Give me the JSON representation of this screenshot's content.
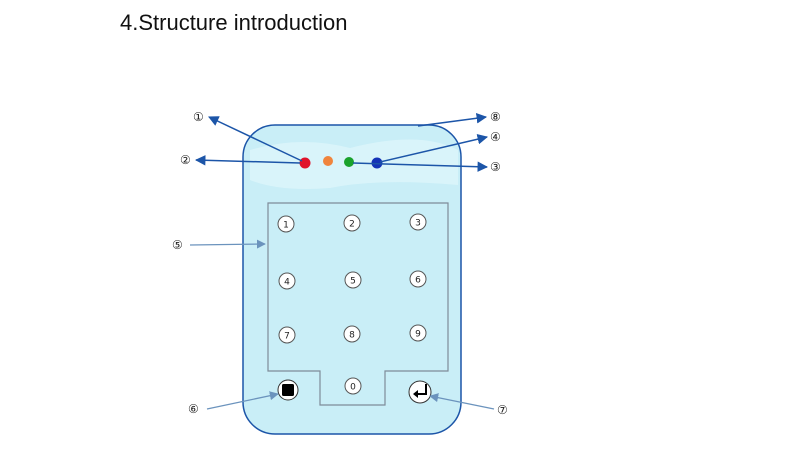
{
  "heading": "4.Structure introduction",
  "callouts": {
    "c1": "①",
    "c2": "②",
    "c3": "③",
    "c4": "④",
    "c5": "⑤",
    "c6": "⑥",
    "c7": "⑦",
    "c8": "⑧"
  },
  "keys": {
    "k1": "1",
    "k2": "2",
    "k3": "3",
    "k4": "4",
    "k5": "5",
    "k6": "6",
    "k7": "7",
    "k8": "8",
    "k9": "9",
    "k0": "0"
  },
  "colors": {
    "panel_fill": "#c9eef7",
    "panel_stroke": "#1c55a8",
    "arrow": "#1c55a8",
    "arrow_light": "#7aa0c4",
    "led_red": "#e0132b",
    "led_orange": "#f0843c",
    "led_green": "#1aa22c",
    "led_blue": "#1433b7"
  }
}
